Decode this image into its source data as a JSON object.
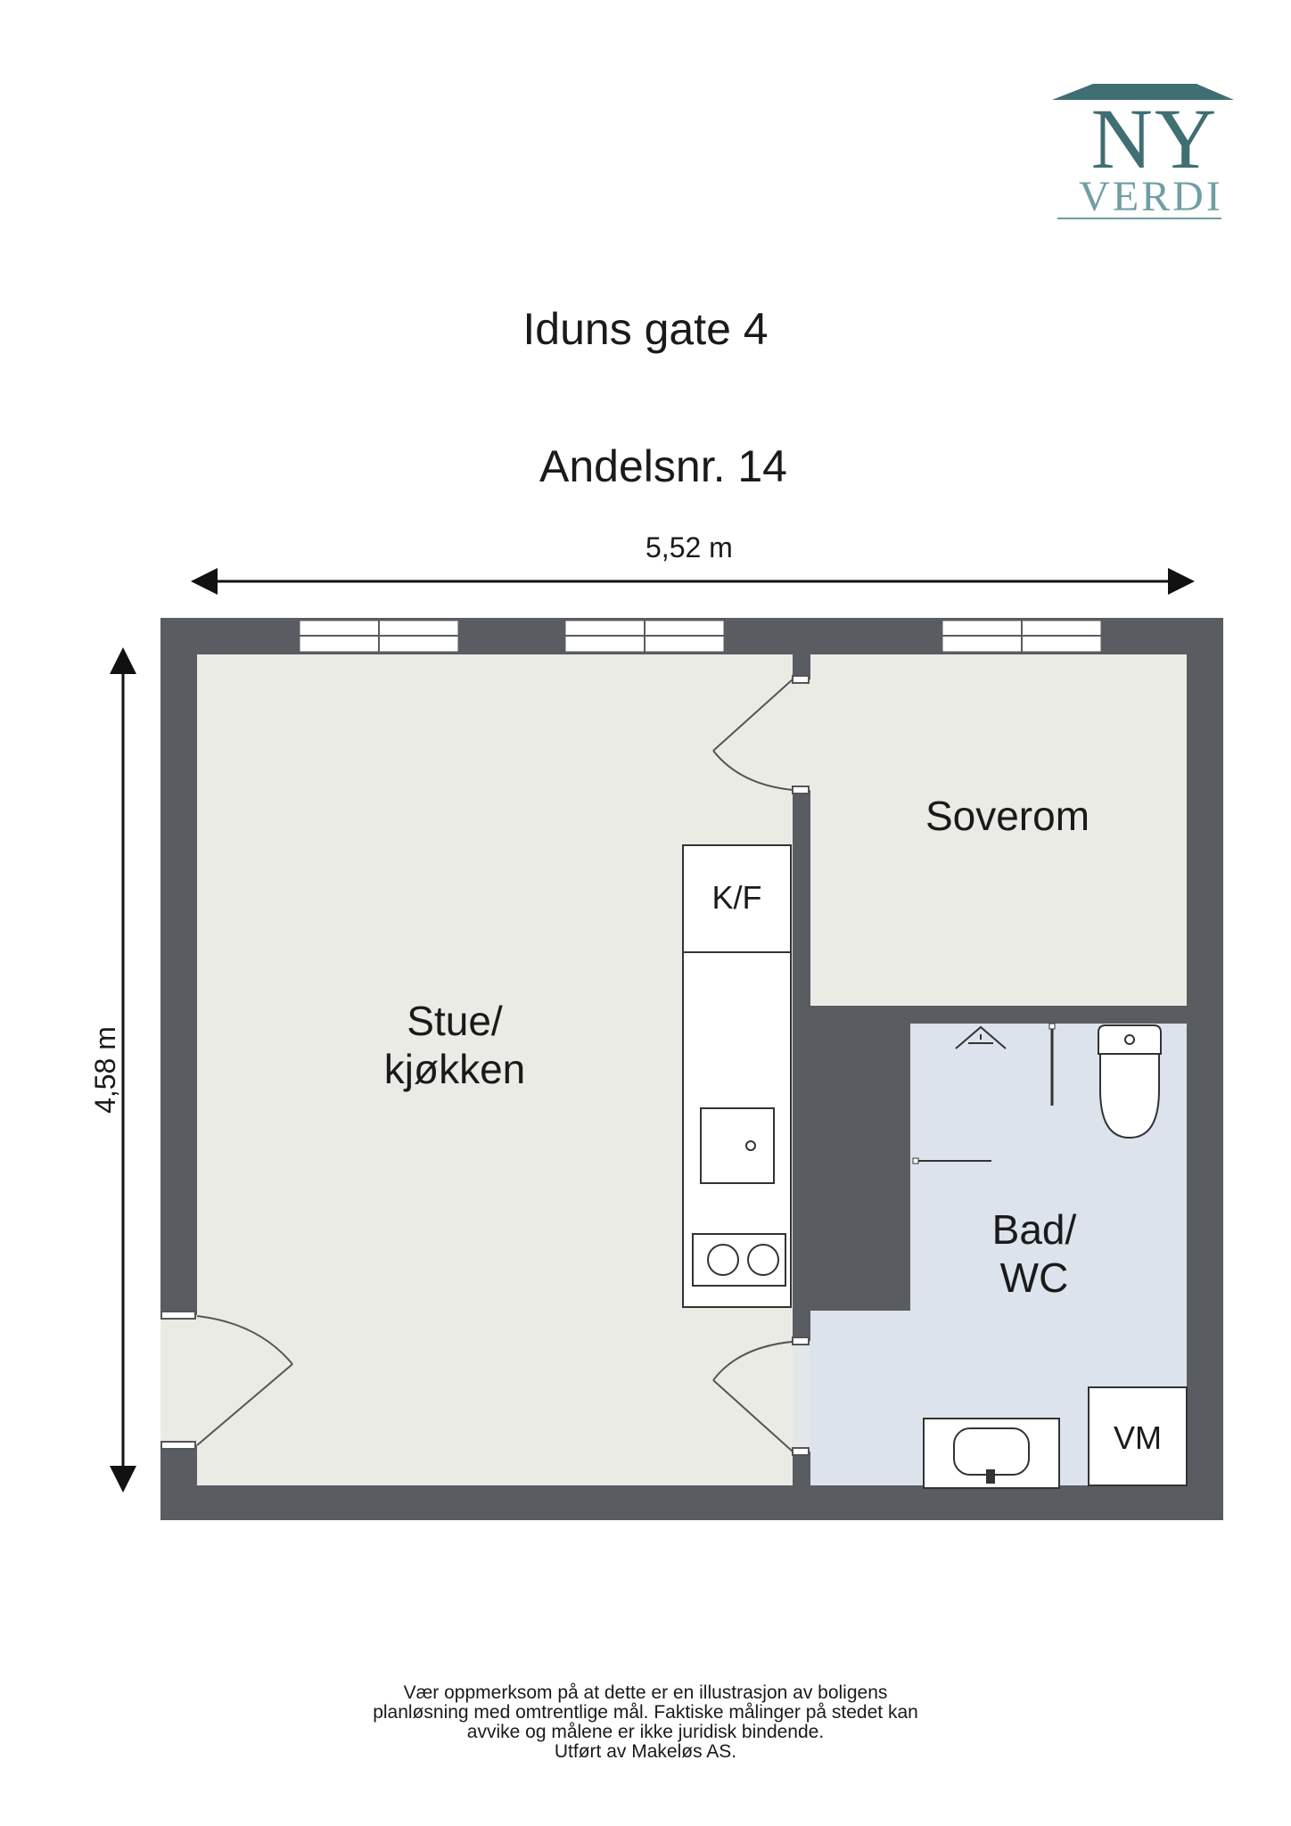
{
  "logo": {
    "line1": "NY",
    "line2": "VERDI",
    "color": "#3f6e73"
  },
  "title": "Iduns gate 4",
  "subtitle": "Andelsnr. 14",
  "dimensions": {
    "width": "5,52 m",
    "height": "4,58 m"
  },
  "rooms": {
    "living": {
      "line1": "Stue/",
      "line2": "kjøkken"
    },
    "bedroom": "Soverom",
    "bath": {
      "line1": "Bad/",
      "line2": "WC"
    }
  },
  "fixtures": {
    "fridge": "K/F",
    "washer": "VM"
  },
  "colors": {
    "wall": "#595c61",
    "floor": "#ebebe5",
    "bath_floor": "#dde3ec"
  },
  "disclaimer": [
    "Vær oppmerksom på at dette er en illustrasjon av boligens",
    "planløsning med omtrentlige mål. Faktiske målinger på stedet kan",
    "avvike og målene er ikke juridisk bindende.",
    "Utført av Makeløs AS."
  ]
}
